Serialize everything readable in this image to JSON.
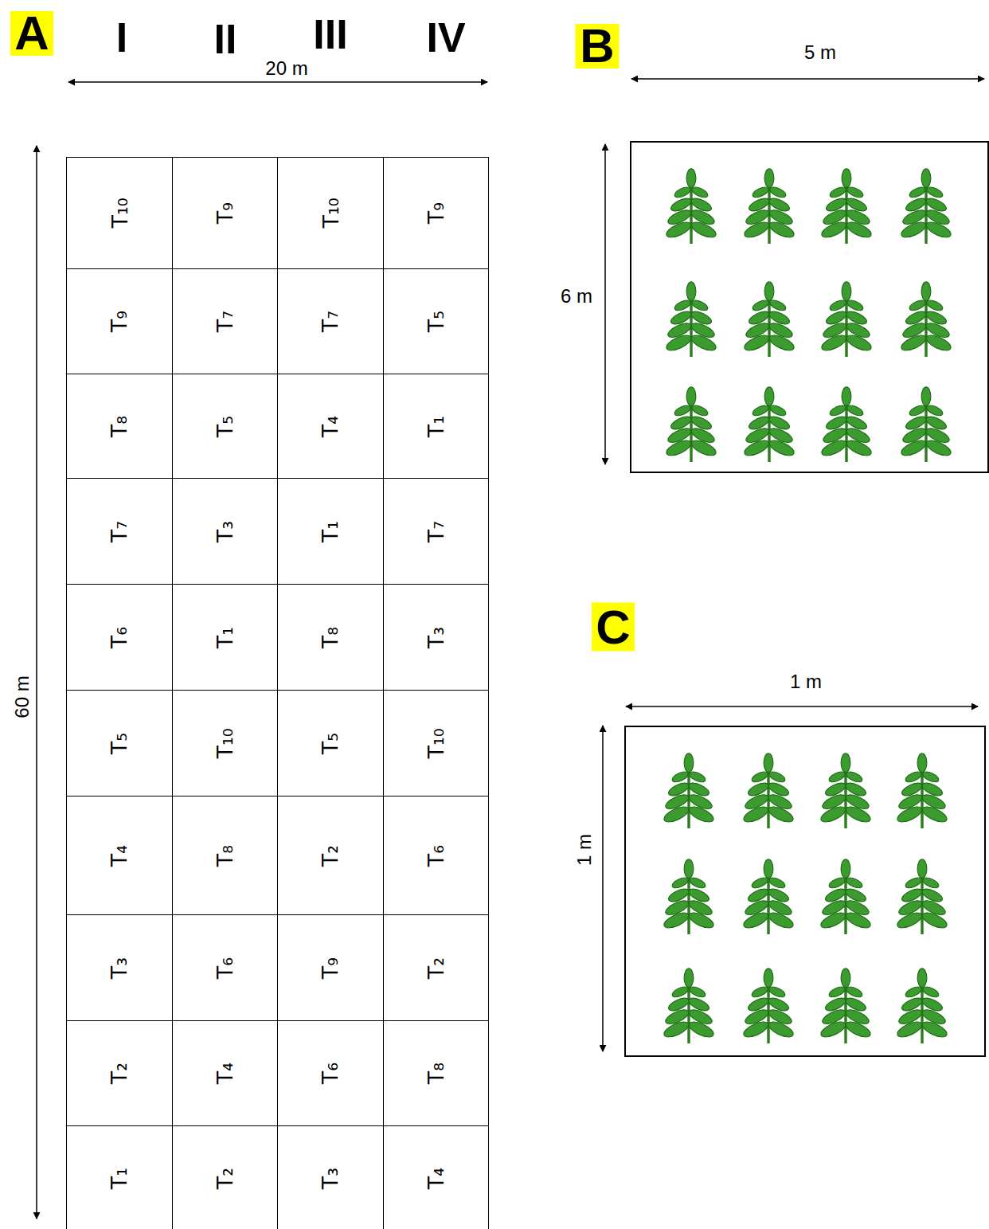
{
  "diagram": {
    "nodes": [
      {
        "text": [
          "T₁₀"
        ]
      },
      {
        "text": [
          "T₉"
        ]
      },
      {
        "text": [
          "T₁₀"
        ]
      },
      {
        "text": [
          "T₉"
        ]
      },
      {
        "text": [
          "T₉"
        ]
      },
      {
        "text": [
          "T₇"
        ]
      },
      {
        "text": [
          "T₇"
        ]
      },
      {
        "text": [
          "T₅"
        ]
      },
      {
        "text": [
          "T₈"
        ]
      },
      {
        "text": [
          "T₅"
        ]
      },
      {
        "text": [
          "T₄"
        ]
      },
      {
        "text": [
          "T₁"
        ]
      },
      {
        "text": [
          "T₇"
        ]
      },
      {
        "text": [
          "T₃"
        ]
      },
      {
        "text": [
          "T₁"
        ]
      },
      {
        "text": [
          "T₇"
        ]
      },
      {
        "text": [
          "T₆"
        ]
      },
      {
        "text": [
          "T₁"
        ]
      },
      {
        "text": [
          "T₈"
        ]
      },
      {
        "text": [
          "T₃"
        ]
      },
      {
        "text": [
          "T₅"
        ]
      },
      {
        "text": [
          "T₁₀"
        ]
      },
      {
        "text": [
          "T₅"
        ]
      },
      {
        "text": [
          "T₁₀"
        ]
      },
      {
        "text": [
          "T₄"
        ]
      },
      {
        "text": [
          "T₈"
        ]
      },
      {
        "text": [
          "T₂"
        ]
      },
      {
        "text": [
          "T₆"
        ]
      },
      {
        "text": [
          "T₃"
        ]
      },
      {
        "text": [
          "T₆"
        ]
      },
      {
        "text": [
          "T₉"
        ]
      },
      {
        "text": [
          "T₂"
        ]
      },
      {
        "text": [
          "T₂"
        ]
      },
      {
        "text": [
          "T₄"
        ]
      },
      {
        "text": [
          "T₆"
        ]
      },
      {
        "text": [
          "T₈"
        ]
      },
      {
        "text": [
          "T₁"
        ]
      },
      {
        "text": [
          "T₂"
        ]
      },
      {
        "text": [
          "T₃"
        ]
      },
      {
        "text": [
          "T₄"
        ]
      }
    ],
    "labels": [
      "A",
      "I",
      "II",
      "III",
      "IV",
      "20 m",
      "B",
      "5 m",
      "6 m",
      "60 m",
      "C",
      "1 m",
      "1 m"
    ]
  }
}
